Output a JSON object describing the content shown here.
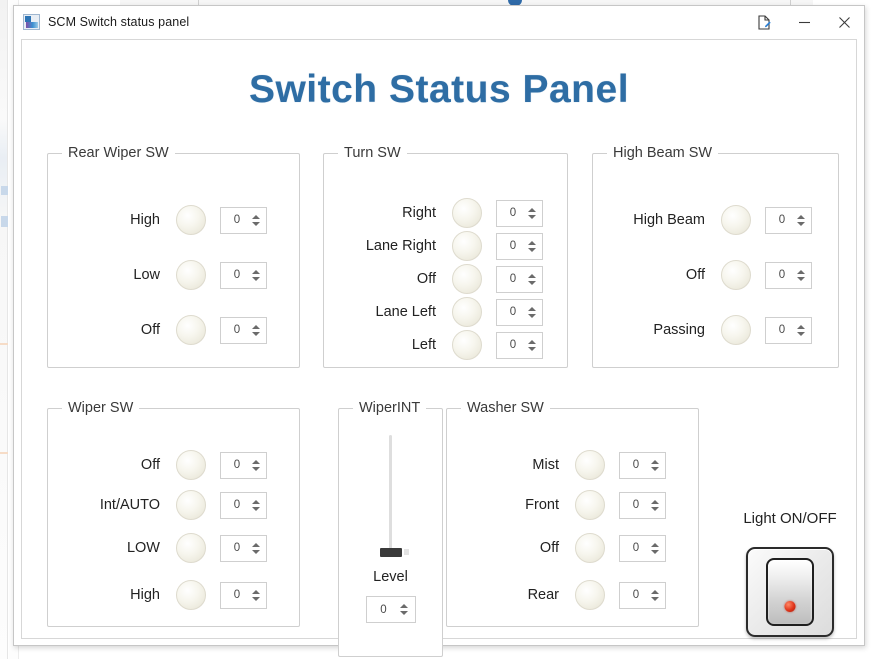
{
  "window": {
    "title": "SCM Switch status panel",
    "icon": "app-icon",
    "controls": {
      "edit": "edit-document-icon",
      "minimize": "minimize-icon",
      "close": "close-icon"
    }
  },
  "page": {
    "heading": "Switch Status Panel",
    "heading_color": "#2e6da4"
  },
  "groups": {
    "rear_wiper": {
      "legend": "Rear Wiper SW",
      "rows": [
        {
          "label": "High",
          "led": "off",
          "value": "0"
        },
        {
          "label": "Low",
          "led": "off",
          "value": "0"
        },
        {
          "label": "Off",
          "led": "off",
          "value": "0"
        }
      ]
    },
    "turn": {
      "legend": "Turn SW",
      "rows": [
        {
          "label": "Right",
          "led": "off",
          "value": "0"
        },
        {
          "label": "Lane Right",
          "led": "off",
          "value": "0"
        },
        {
          "label": "Off",
          "led": "off",
          "value": "0"
        },
        {
          "label": "Lane Left",
          "led": "off",
          "value": "0"
        },
        {
          "label": "Left",
          "led": "off",
          "value": "0"
        }
      ]
    },
    "high_beam": {
      "legend": "High Beam SW",
      "rows": [
        {
          "label": "High Beam",
          "led": "off",
          "value": "0"
        },
        {
          "label": "Off",
          "led": "off",
          "value": "0"
        },
        {
          "label": "Passing",
          "led": "off",
          "value": "0"
        }
      ]
    },
    "wiper": {
      "legend": "Wiper SW",
      "rows": [
        {
          "label": "Off",
          "led": "off",
          "value": "0"
        },
        {
          "label": "Int/AUTO",
          "led": "off",
          "value": "0"
        },
        {
          "label": "LOW",
          "led": "off",
          "value": "0"
        },
        {
          "label": "High",
          "led": "off",
          "value": "0"
        }
      ]
    },
    "wiper_int": {
      "legend": "WiperINT",
      "slider": {
        "label": "Level",
        "value": "0",
        "position": "bottom"
      }
    },
    "washer": {
      "legend": "Washer SW",
      "rows": [
        {
          "label": "Mist",
          "led": "off",
          "value": "0"
        },
        {
          "label": "Front",
          "led": "off",
          "value": "0"
        },
        {
          "label": "Off",
          "led": "off",
          "value": "0"
        },
        {
          "label": "Rear",
          "led": "off",
          "value": "0"
        }
      ]
    }
  },
  "light_switch": {
    "label": "Light ON/OFF",
    "state": "off",
    "led_color": "#e0341a"
  }
}
